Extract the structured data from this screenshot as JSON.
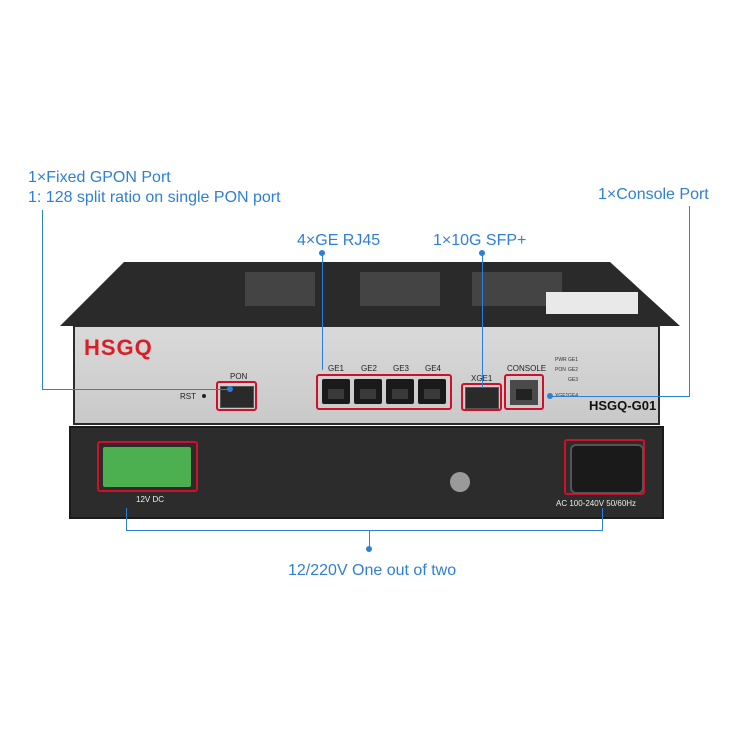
{
  "annotations": {
    "gpon_line1": "1×Fixed GPON Port",
    "gpon_line2": "1: 128 split ratio on single PON port",
    "console_port": "1×Console Port",
    "ge_rj45": "4×GE RJ45",
    "sfp_10g": "1×10G SFP+",
    "power": "12/220V One out of two"
  },
  "device": {
    "brand": "HSGQ",
    "model": "HSGQ-G01",
    "labels": {
      "pon": "PON",
      "rst": "RST",
      "ge1": "GE1",
      "ge2": "GE2",
      "ge3": "GE3",
      "ge4": "GE4",
      "xge1": "XGE1",
      "console": "CONSOLE",
      "dc": "12V DC",
      "ac": "AC 100-240V 50/60Hz"
    },
    "leds": [
      "PWR",
      "GE1",
      "PON",
      "GE2",
      "GE3",
      "XGE1",
      "GE4"
    ]
  },
  "colors": {
    "annotation": "#2e7fd6",
    "brand": "#d81f26",
    "highlight": "#d0102a"
  }
}
